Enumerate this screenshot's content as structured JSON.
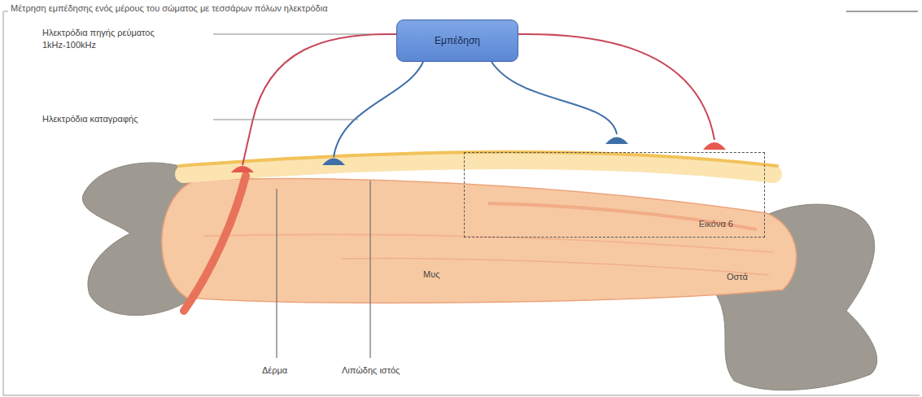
{
  "diagram": {
    "title": "Μέτρηση εμπέδησης ενός μέρους του σώματος με τεσσάρων πόλων ηλεκτρόδια",
    "nodes": [
      {
        "text": [
          "Εμπέδηση"
        ]
      },
      {
        "text": [
          "Εικόνα 6"
        ]
      }
    ],
    "labels": [
      "Ηλεκτρόδια πηγής ρεύματος 1kHz-100kHz",
      "Ηλεκτρόδια καταγραφής",
      "Μυς",
      "Οστά",
      "Δέρμα",
      "Λιπώδης ιστός"
    ]
  }
}
